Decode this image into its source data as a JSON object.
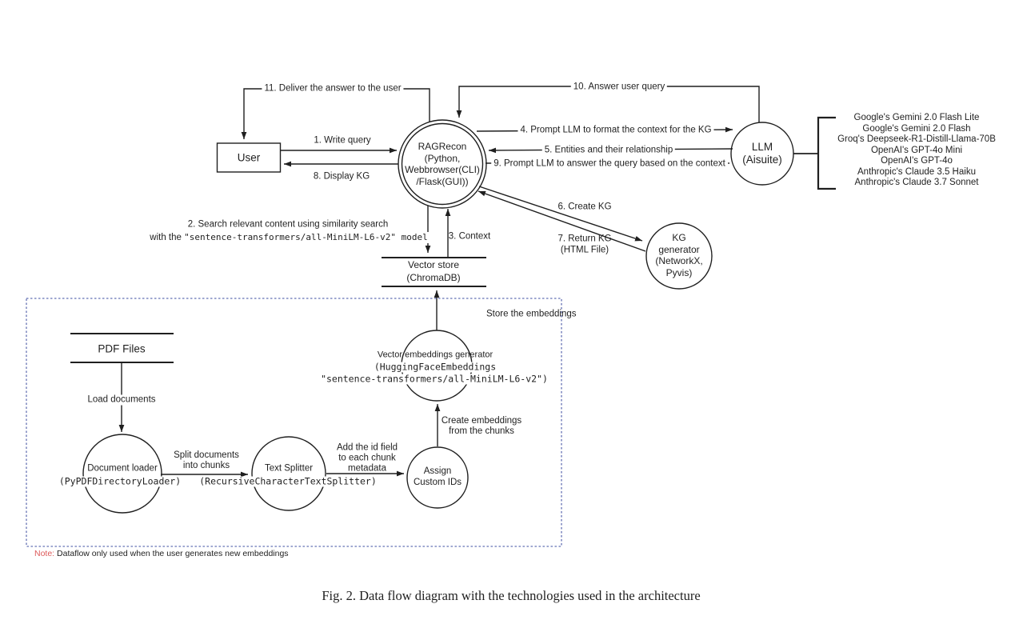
{
  "diagram": {
    "caption": "Fig. 2. Data flow diagram with the technologies used in the architecture",
    "note": {
      "prefix": "Note:",
      "text": " Dataflow only used when the user generates new embeddings"
    },
    "colors": {
      "stroke": "#1f1f1f",
      "dashed_box": "#7e89c0",
      "note_red": "#dd5a5a"
    },
    "nodes": {
      "user": {
        "label": "User"
      },
      "ragrecon": {
        "line1": "RAGRecon",
        "line2": "(Python,",
        "line3": "Webbrowser(CLI)",
        "line4": "/Flask(GUI))"
      },
      "llm": {
        "line1": "LLM",
        "line2": "(Aisuite)"
      },
      "kg_generator": {
        "line1": "KG",
        "line2": "generator",
        "line3": "(NetworkX,",
        "line4": "Pyvis)"
      },
      "vector_store": {
        "line1": "Vector store",
        "line2": "(ChromaDB)"
      },
      "pdf_files": {
        "label": "PDF Files"
      },
      "document_loader": {
        "name": "Document loader",
        "tech": "(PyPDFDirectoryLoader)"
      },
      "text_splitter": {
        "name": "Text Splitter",
        "tech": "(RecursiveCharacterTextSplitter)"
      },
      "assign_ids": {
        "line1": "Assign",
        "line2": "Custom IDs"
      },
      "embeddings_generator": {
        "name": "Vector embeddings generator",
        "tech1": "(HuggingFaceEmbeddings",
        "tech2": "\"sentence-transformers/all-MiniLM-L6-v2\")"
      }
    },
    "flows": {
      "f1": "1. Write query",
      "f2_line1": "2. Search relevant content using similarity search",
      "f2_line2_prefix": "with the ",
      "f2_line2_code": "\"sentence-transformers/all-MiniLM-L6-v2\" model",
      "f3": "3. Context",
      "f4": "4. Prompt LLM to format the context for the KG",
      "f5": "5. Entities and their relationship",
      "f6": "6. Create KG",
      "f7_line1": "7. Return KG",
      "f7_line2": "(HTML File)",
      "f8": "8. Display KG",
      "f9": "9. Prompt LLM to answer the query based on the context",
      "f10": "10. Answer user query",
      "f11": "11. Deliver the answer to the user",
      "load_documents": "Load documents",
      "split_line1": "Split documents",
      "split_line2": "into chunks",
      "add_id_line1": "Add the id field",
      "add_id_line2": "to each chunk",
      "add_id_line3": "metadata",
      "create_emb_line1": "Create embeddings",
      "create_emb_line2": "from the chunks",
      "store_embeddings": "Store the embeddings"
    },
    "llm_models": [
      "Google's Gemini 2.0 Flash Lite",
      "Google's Gemini 2.0 Flash",
      "Groq's Deepseek-R1-Distill-Llama-70B",
      "OpenAI's GPT-4o Mini",
      "OpenAI's GPT-4o",
      "Anthropic's Claude 3.5 Haiku",
      "Anthropic's Claude 3.7 Sonnet"
    ]
  }
}
